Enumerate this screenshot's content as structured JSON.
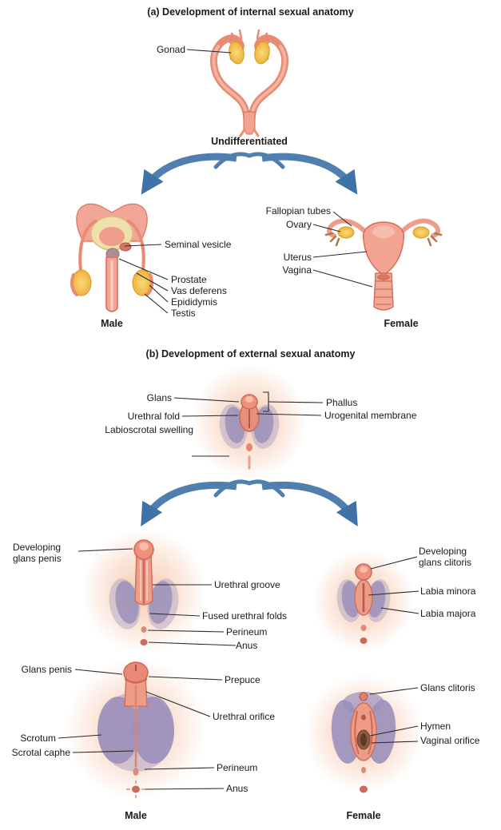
{
  "section_a": {
    "title": "(a) Development of internal sexual anatomy",
    "undifferentiated": {
      "gonad": "Gonad",
      "caption": "Undifferentiated"
    },
    "male": {
      "seminal_vesicle": "Seminal vesicle",
      "prostate": "Prostate",
      "vas_deferens": "Vas deferens",
      "epididymis": "Epididymis",
      "testis": "Testis",
      "caption": "Male"
    },
    "female": {
      "fallopian_tubes": "Fallopian tubes",
      "ovary": "Ovary",
      "uterus": "Uterus",
      "vagina": "Vagina",
      "caption": "Female"
    }
  },
  "section_b": {
    "title": "(b) Development of external sexual anatomy",
    "undifferentiated": {
      "glans": "Glans",
      "urethral_fold": "Urethral fold",
      "labioscrotal_swelling": "Labioscrotal swelling",
      "phallus": "Phallus",
      "urogenital_membrane": "Urogenital membrane"
    },
    "intermediate": {
      "developing_glans_penis": "Developing glans penis",
      "urethral_groove": "Urethral groove",
      "fused_urethral_folds": "Fused urethral folds",
      "perineum": "Perineum",
      "anus": "Anus",
      "developing_glans_clitoris": "Developing glans clitoris",
      "labia_minora": "Labia minora",
      "labia_majora": "Labia majora"
    },
    "final": {
      "glans_penis": "Glans penis",
      "prepuce": "Prepuce",
      "urethral_orifice": "Urethral orifice",
      "scrotum": "Scrotum",
      "scrotal_raphe": "Scrotal caphe",
      "perineum": "Perineum",
      "anus": "Anus",
      "glans_clitoris": "Glans clitoris",
      "hymen": "Hymen",
      "vaginal_orifice": "Vaginal orifice",
      "male_caption": "Male",
      "female_caption": "Female"
    }
  },
  "colors": {
    "tissue_pink": "#F2A391",
    "tissue_outline": "#D96C5C",
    "gonad_yellow": "#F0B63C",
    "swelling_purple": "#9B90BB",
    "glow_peach": "#F6C7AE",
    "arrow_blue": "#4E7FAF",
    "label_text": "#1A1A1A"
  }
}
